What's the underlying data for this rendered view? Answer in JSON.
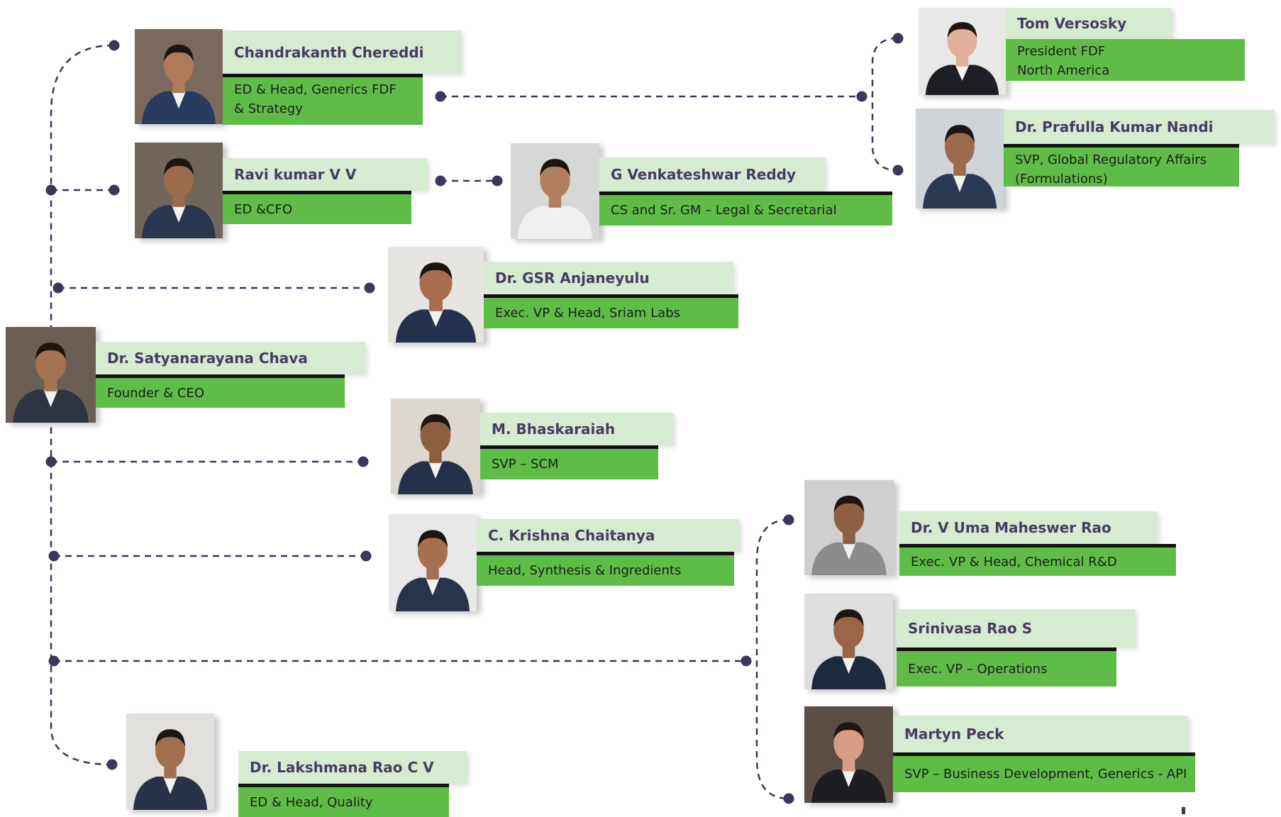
{
  "colors": {
    "connector": "#3f3459",
    "name_band": "#d6ebd1",
    "title_band": "#5fbc47",
    "name_text": "#4a3a63"
  },
  "people": [
    {
      "id": "chava",
      "name": "Dr. Satyanarayana Chava",
      "title": "Founder & CEO"
    },
    {
      "id": "chereddi",
      "name": "Chandrakanth Chereddi",
      "title": "ED & Head, Generics FDF\n& Strategy"
    },
    {
      "id": "versosky",
      "name": "Tom Versosky",
      "title": "President FDF\nNorth America"
    },
    {
      "id": "nandi",
      "name": "Dr. Prafulla Kumar  Nandi",
      "title": "SVP, Global Regulatory Affairs\n(Formulations)"
    },
    {
      "id": "ravikumar",
      "name": "Ravi kumar V V",
      "title": "ED &CFO"
    },
    {
      "id": "venkateshwar",
      "name": "G Venkateshwar Reddy",
      "title": "CS and Sr. GM – Legal & Secretarial"
    },
    {
      "id": "anjaneyulu",
      "name": "Dr. GSR Anjaneyulu",
      "title": "Exec. VP & Head, Sriam Labs"
    },
    {
      "id": "bhaskaraiah",
      "name": "M. Bhaskaraiah",
      "title": "SVP – SCM"
    },
    {
      "id": "chaitanya",
      "name": "C. Krishna Chaitanya",
      "title": "Head, Synthesis & Ingredients"
    },
    {
      "id": "maheswer",
      "name": "Dr. V Uma Maheswer Rao",
      "title": "Exec. VP & Head, Chemical R&D"
    },
    {
      "id": "srinivasa",
      "name": "Srinivasa Rao S",
      "title": "Exec. VP – Operations"
    },
    {
      "id": "peck",
      "name": "Martyn Peck",
      "title": "SVP – Business Development, Generics - API"
    },
    {
      "id": "lakshmana",
      "name": "Dr. Lakshmana Rao C V",
      "title": "ED & Head, Quality"
    }
  ]
}
